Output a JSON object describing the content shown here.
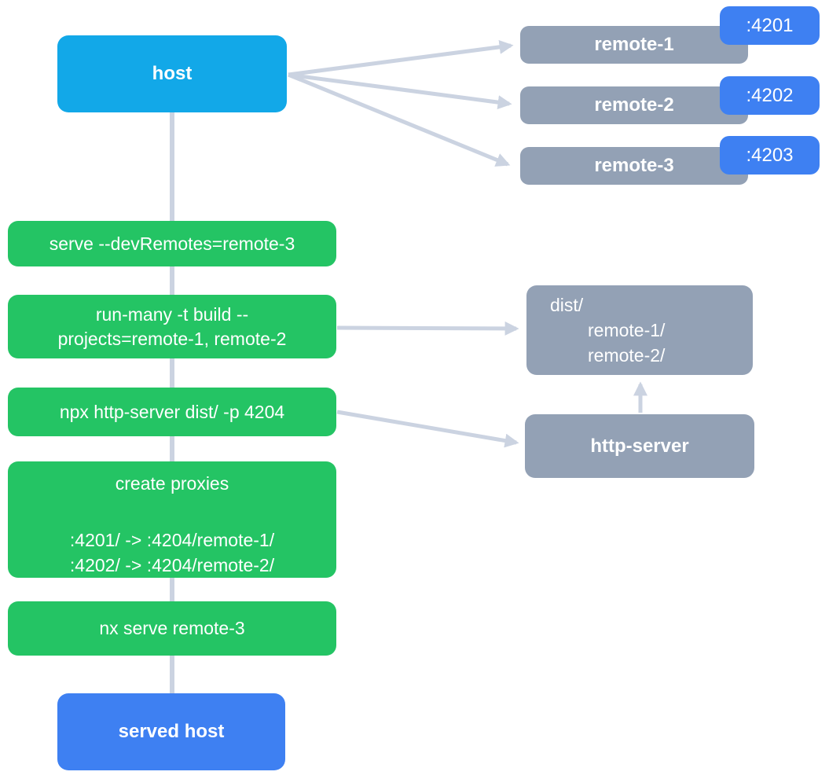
{
  "diagram": {
    "host": {
      "label": "host"
    },
    "remotes": [
      {
        "label": "remote-1",
        "port": ":4201"
      },
      {
        "label": "remote-2",
        "port": ":4202"
      },
      {
        "label": "remote-3",
        "port": ":4203"
      }
    ],
    "steps": {
      "serve_dev": "serve --devRemotes=remote-3",
      "run_many_lines": [
        "run-many -t build --",
        "projects=remote-1, remote-2"
      ],
      "http_server_cmd": "npx http-server dist/ -p 4204",
      "proxies_title": "create proxies",
      "proxy_rules": [
        ":4201/ -> :4204/remote-1/",
        ":4202/ -> :4204/remote-2/"
      ],
      "nx_serve": "nx serve remote-3"
    },
    "dist_folder": {
      "lines": [
        "dist/",
        "remote-1/",
        "remote-2/"
      ]
    },
    "http_server": {
      "label": "http-server"
    },
    "served_host": {
      "label": "served host"
    }
  },
  "colors": {
    "host_box": "#12A8E8",
    "command_box": "#24C464",
    "remote_box": "#93A1B5",
    "port_badge": "#3E80F2",
    "served_host_box": "#3E80F2",
    "edge": "#CBD3E1",
    "text": "#FFFFFF",
    "background": "#FFFFFF"
  }
}
